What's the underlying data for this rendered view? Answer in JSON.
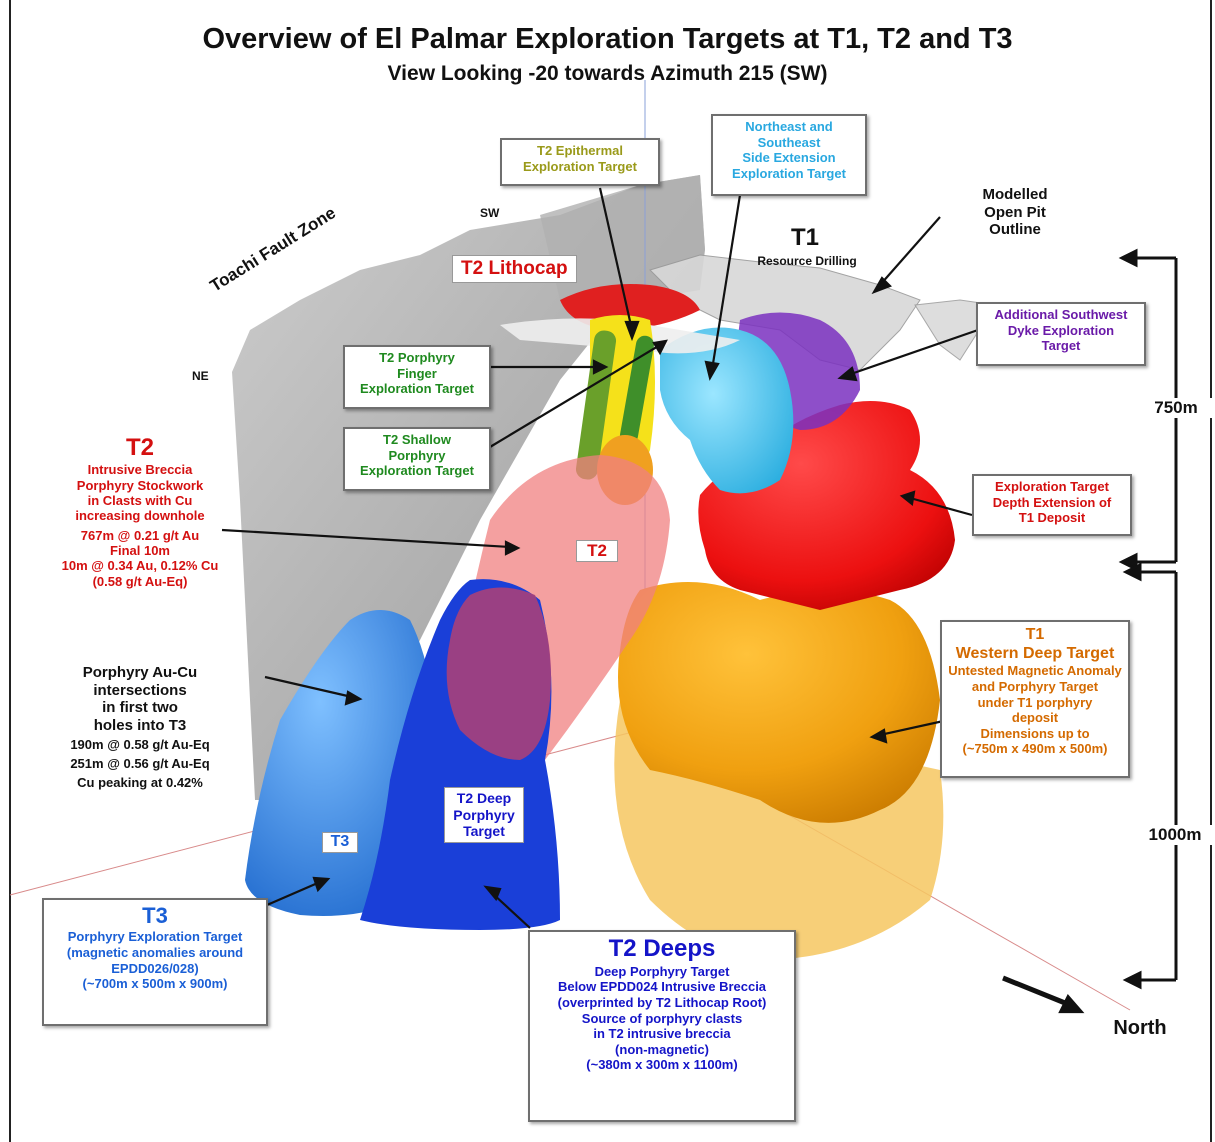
{
  "title": "Overview of El Palmar Exploration Targets at T1, T2 and T3",
  "subtitle": "View Looking -20 towards Azimuth 215 (SW)",
  "labels": {
    "sw": "SW",
    "ne": "NE",
    "fault": "Toachi Fault Zone",
    "t2_lithocap": "T2 Lithocap",
    "t1": "T1",
    "t1_sub": "Resource Drilling",
    "modelled_pit": [
      "Modelled",
      "Open Pit",
      "Outline"
    ],
    "t2_center": "T2",
    "t3_center": "T3",
    "t2_deep_porphyry": [
      "T2 Deep",
      "Porphyry",
      "Target"
    ],
    "north": "North",
    "scale_750": "750m",
    "scale_1000": "1000m"
  },
  "callouts": {
    "t2_epithermal": [
      "T2 Epithermal",
      "Exploration Target"
    ],
    "ne_se": [
      "Northeast and",
      "Southeast",
      "Side Extension",
      "Exploration Target"
    ],
    "sw_dyke": [
      "Additional Southwest",
      "Dyke Exploration",
      "Target"
    ],
    "t2_finger": [
      "T2 Porphyry",
      "Finger",
      "Exploration Target"
    ],
    "t2_shallow": [
      "T2 Shallow",
      "Porphyry",
      "Exploration Target"
    ],
    "t1_depth": [
      "Exploration Target",
      "Depth Extension of",
      "T1 Deposit"
    ],
    "t1_west_title": [
      "T1",
      "Western Deep Target"
    ],
    "t1_west_body": [
      "Untested Magnetic Anomaly",
      "and Porphyry Target",
      "under T1 porphyry",
      "deposit",
      "Dimensions up to",
      "(~750m x 490m x 500m)"
    ],
    "t3_title": "T3",
    "t3_body": [
      "Porphyry Exploration Target",
      "(magnetic anomalies around",
      "EPDD026/028)",
      "(~700m x 500m x 900m)"
    ],
    "t2deeps_title": "T2 Deeps",
    "t2deeps_body": [
      "Deep Porphyry Target",
      "Below EPDD024 Intrusive Breccia",
      "(overprinted by T2 Lithocap Root)",
      "Source of porphyry clasts",
      "in T2 intrusive breccia",
      "(non-magnetic)",
      "(~380m x 300m x 1100m)"
    ]
  },
  "t2_annotation": {
    "title": "T2",
    "lines": [
      "Intrusive Breccia",
      "Porphyry Stockwork",
      "in Clasts with Cu",
      "increasing downhole",
      "767m @ 0.21 g/t Au",
      "Final 10m",
      "10m @ 0.34 Au, 0.12% Cu",
      "(0.58 g/t Au-Eq)"
    ]
  },
  "t3_annotation": {
    "lines": [
      "Porphyry Au-Cu",
      "intersections",
      "in first two",
      "holes into T3"
    ],
    "results": [
      "190m @ 0.58 g/t Au-Eq",
      "251m @ 0.56 g/t Au-Eq",
      "Cu peaking at  0.42%"
    ]
  },
  "colors": {
    "t2_red": "#e0101a",
    "t3_blue": "#1a5fd6",
    "t2deeps_blue": "#1414c8",
    "t1_orange": "#d46a00",
    "ne_blue": "#29a8e0",
    "purple": "#6a1aa8",
    "olive": "#9a9a1a",
    "green": "#1f8a1f"
  }
}
